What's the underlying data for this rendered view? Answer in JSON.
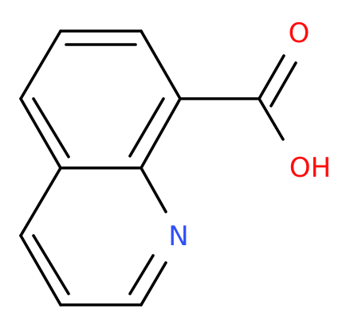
{
  "molecule": {
    "atoms": {
      "oxygen_carbonyl": {
        "label": "O",
        "color": "#ff0d0d"
      },
      "hydroxyl": {
        "label": "OH",
        "color": "#ff0d0d"
      },
      "nitrogen": {
        "label": "N",
        "color": "#3050f8"
      }
    }
  }
}
